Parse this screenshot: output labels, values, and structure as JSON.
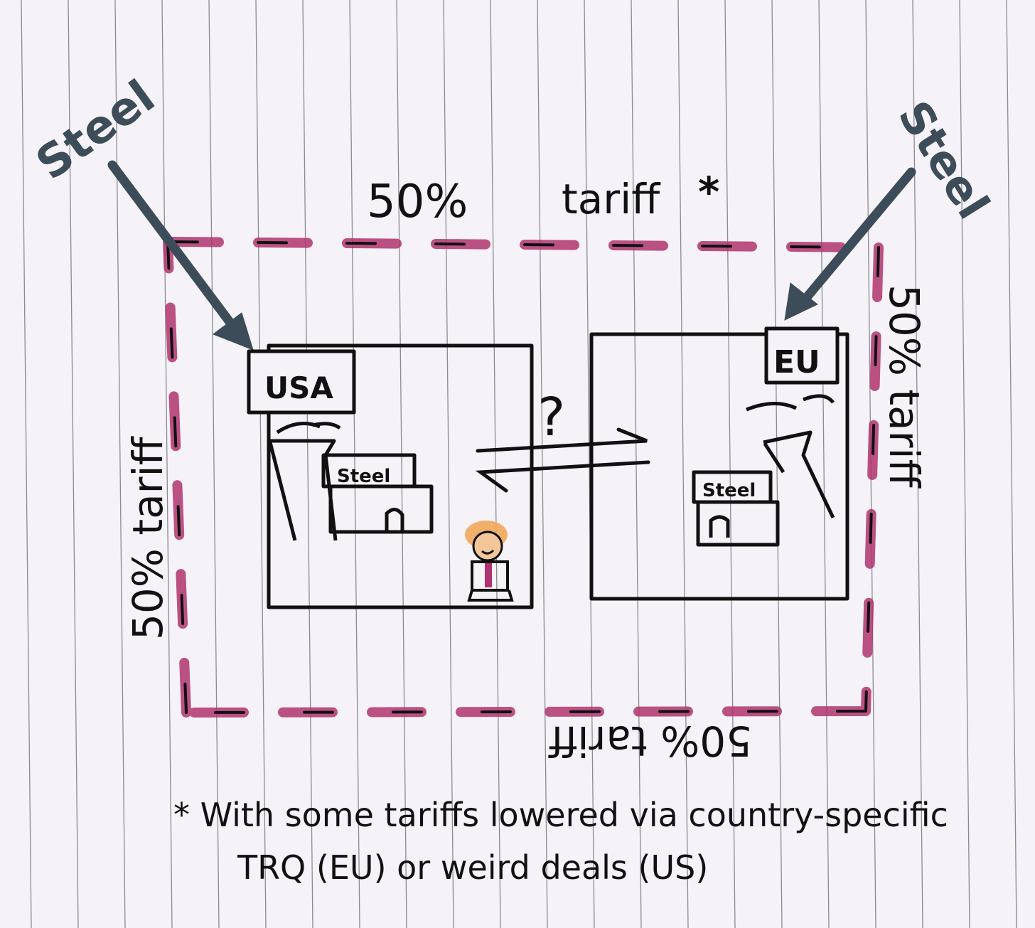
{
  "labels": {
    "steel_left": "Steel",
    "steel_right": "Steel",
    "tariff_top_pct": "50%",
    "tariff_top_word": "tariff",
    "tariff_top_star": "*",
    "tariff_left": "50% tariff",
    "tariff_right": "50% tariff",
    "tariff_bottom": "50% tariff",
    "usa": "USA",
    "eu": "EU",
    "factory_usa": "Steel",
    "factory_eu": "Steel",
    "question": "?"
  },
  "footnote": {
    "line1": "* With some tariffs lowered via country-specific",
    "line2": "TRQ (EU) or weird deals (US)"
  },
  "colors": {
    "paper": "#f6f3f8",
    "rule": "#7f7f86",
    "ink": "#111111",
    "tariff_magenta": "#b0336f",
    "steel_arrow": "#3c4d59",
    "figure_hair": "#f0a85a",
    "figure_skin": "#f4c79a"
  }
}
